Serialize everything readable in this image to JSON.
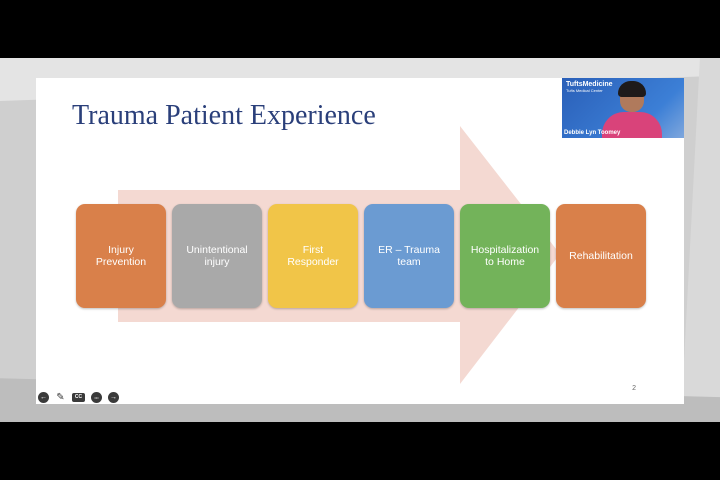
{
  "slide": {
    "title": "Trauma Patient Experience",
    "page_number": "2",
    "steps": [
      {
        "label": "Injury\nPrevention",
        "color": "#d9804a"
      },
      {
        "label": "Unintentional\ninjury",
        "color": "#a9a9a9"
      },
      {
        "label": "First\nResponder",
        "color": "#f1c548"
      },
      {
        "label": "ER – Trauma\nteam",
        "color": "#6b9bd2"
      },
      {
        "label": "Hospitalization\nto Home",
        "color": "#73b35a"
      },
      {
        "label": "Rehabilitation",
        "color": "#d9804a"
      }
    ],
    "arrow_color": "#f4d9d2"
  },
  "video": {
    "logo": "TuftsMedicine",
    "logo_sub": "Tufts Medical Center",
    "name": "Debbie Lyn Toomey"
  },
  "controls": [
    {
      "icon": "arrow-left-icon",
      "glyph": "←"
    },
    {
      "icon": "pen-icon",
      "glyph": "✎"
    },
    {
      "icon": "cc-icon",
      "glyph": "CC"
    },
    {
      "icon": "more-icon",
      "glyph": "•••"
    },
    {
      "icon": "arrow-right-icon",
      "glyph": "→"
    }
  ]
}
